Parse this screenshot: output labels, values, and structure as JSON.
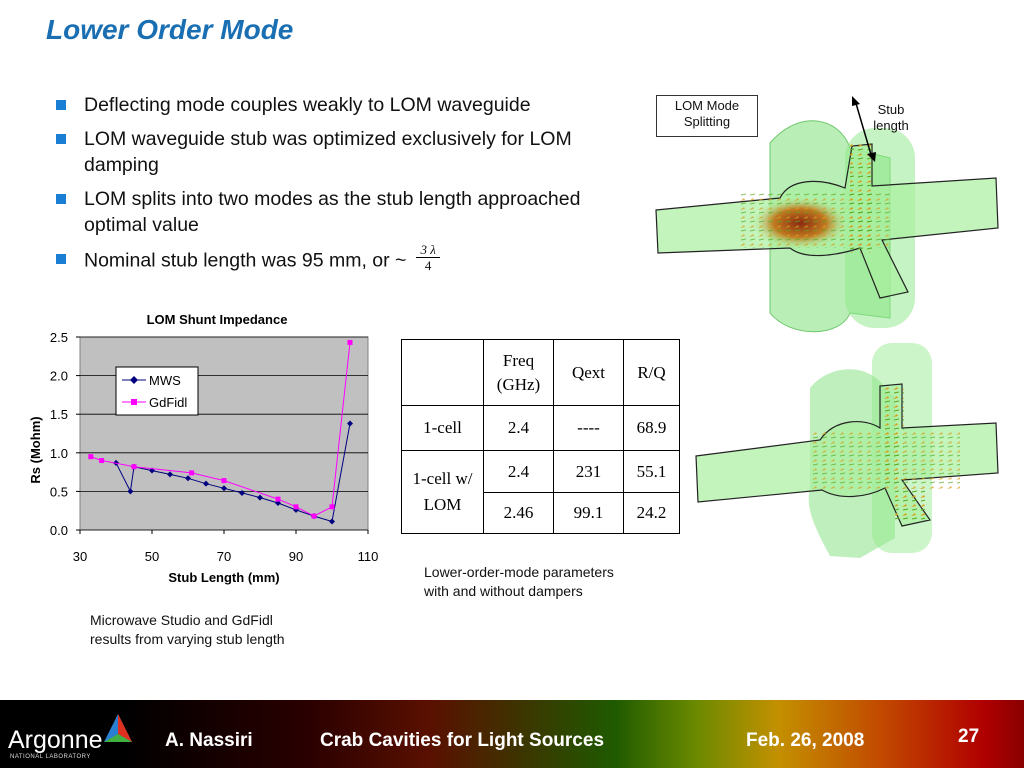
{
  "title": "Lower Order Mode",
  "bullets": [
    {
      "text": "Deflecting mode couples weakly to LOM waveguide"
    },
    {
      "text": "LOM waveguide stub was optimized exclusively for LOM damping"
    },
    {
      "text": "LOM splits into two modes as the stub length approached optimal value"
    },
    {
      "text": "Nominal stub length was 95 mm, or ~",
      "frac_num": "3 λ",
      "frac_den": "4"
    }
  ],
  "chart_data": {
    "type": "line",
    "title": "LOM Shunt Impedance",
    "xlabel": "Stub Length (mm)",
    "ylabel": "Rs (Mohm)",
    "xlim": [
      30,
      110
    ],
    "ylim": [
      0.0,
      2.5
    ],
    "xticks": [
      "30",
      "50",
      "70",
      "90",
      "110"
    ],
    "yticks": [
      "0.0",
      "0.5",
      "1.0",
      "1.5",
      "2.0",
      "2.5"
    ],
    "grid": "horizontal",
    "legend": "top-left",
    "plot_background": "#c0c0c0",
    "series": [
      {
        "name": "MWS",
        "color": "#000080",
        "marker": "diamond",
        "x": [
          40,
          44,
          45,
          50,
          55,
          60,
          65,
          70,
          75,
          80,
          85,
          90,
          95,
          100,
          105
        ],
        "y": [
          0.87,
          0.5,
          0.82,
          0.77,
          0.72,
          0.67,
          0.6,
          0.54,
          0.48,
          0.42,
          0.35,
          0.26,
          0.18,
          0.11,
          1.38
        ]
      },
      {
        "name": "GdFidl",
        "color": "#ff00ff",
        "marker": "square",
        "x": [
          33,
          36,
          45,
          61,
          70,
          85,
          90,
          95,
          100,
          105
        ],
        "y": [
          0.95,
          0.9,
          0.82,
          0.74,
          0.64,
          0.4,
          0.3,
          0.18,
          0.3,
          2.43
        ]
      }
    ]
  },
  "chart_caption": [
    "Microwave Studio and GdFidl",
    "results from varying stub length"
  ],
  "table": {
    "header": [
      "",
      "Freq (GHz)",
      "Qext",
      "R/Q"
    ],
    "rows": [
      {
        "label": "1-cell",
        "values": [
          "2.4",
          "----",
          "68.9"
        ]
      },
      {
        "label": "1-cell w/ LOM",
        "values": [
          "2.4",
          "231",
          "55.1"
        ]
      },
      {
        "label": "",
        "values": [
          "2.46",
          "99.1",
          "24.2"
        ]
      }
    ]
  },
  "table_caption": [
    "Lower-order-mode parameters",
    "with and without dampers"
  ],
  "callouts": {
    "lom_mode": "LOM Mode Splitting",
    "stub": "Stub length"
  },
  "footer": {
    "logo": "Argonne",
    "logo_sub": "NATIONAL LABORATORY",
    "author": "A. Nassiri",
    "talk": "Crab Cavities for Light Sources",
    "date": "Feb. 26, 2008",
    "page": "27"
  }
}
